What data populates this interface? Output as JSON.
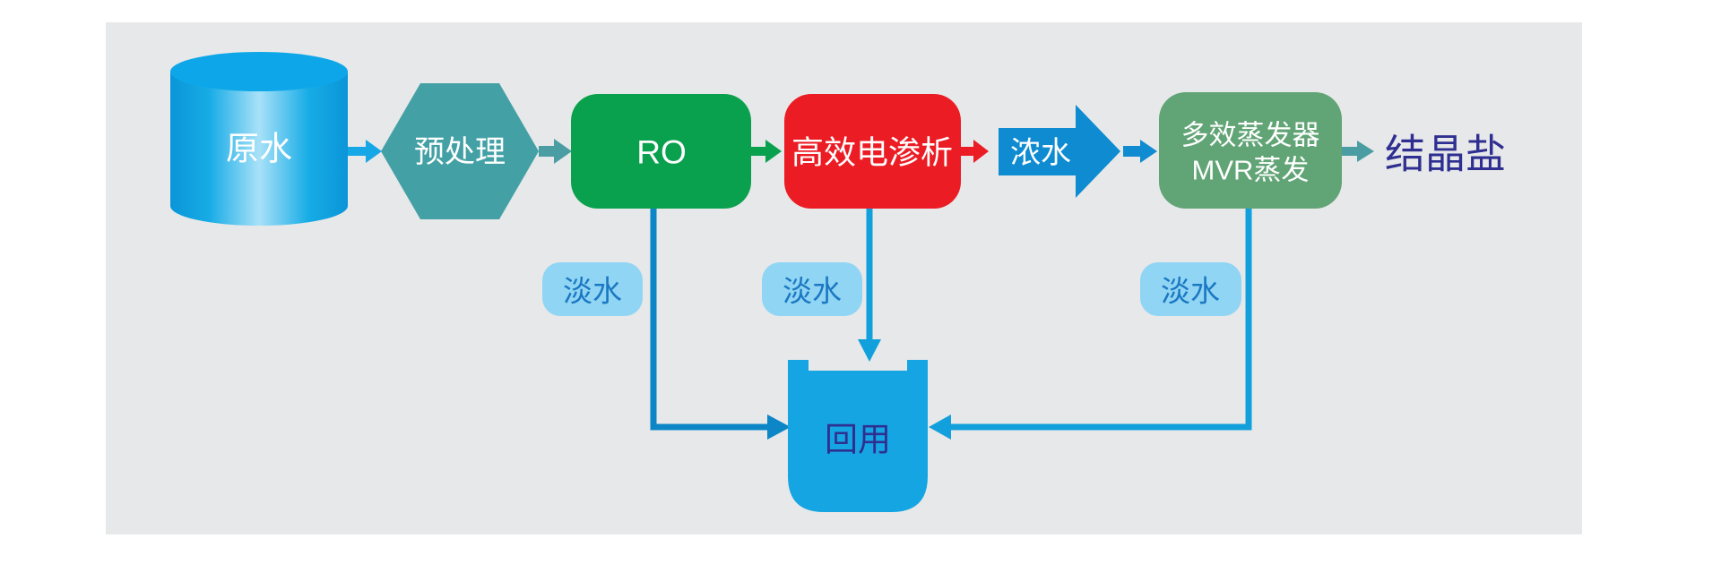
{
  "flow": {
    "raw_water": "原水",
    "pretreatment": "预处理",
    "ro": "RO",
    "electrodialysis": "高效电渗析",
    "concentrate": "浓水",
    "evaporator_line1": "多效蒸发器",
    "evaporator_line2": "MVR蒸发",
    "crystal_salt": "结晶盐",
    "fresh_water": "淡水",
    "reuse": "回用"
  },
  "colors": {
    "panel_background": "#e7e8e9",
    "cylinder_blue": "#0da7e9",
    "hexagon_teal": "#43a1a6",
    "ro_green": "#0aa14e",
    "electrodialysis_red": "#ec1c24",
    "concentrate_blue": "#0e8bd1",
    "evaporator_green": "#61a475",
    "freshwater_pill_blue": "#90d5f4",
    "freshwater_text_blue": "#1b78c2",
    "reuse_tank_blue": "#15a5e3",
    "connector_blue": "#12a0dc",
    "connector_blue_dark": "#0c86c7",
    "teal_arrow": "#4a9ea3",
    "dark_label_indigo": "#2e2f90"
  }
}
